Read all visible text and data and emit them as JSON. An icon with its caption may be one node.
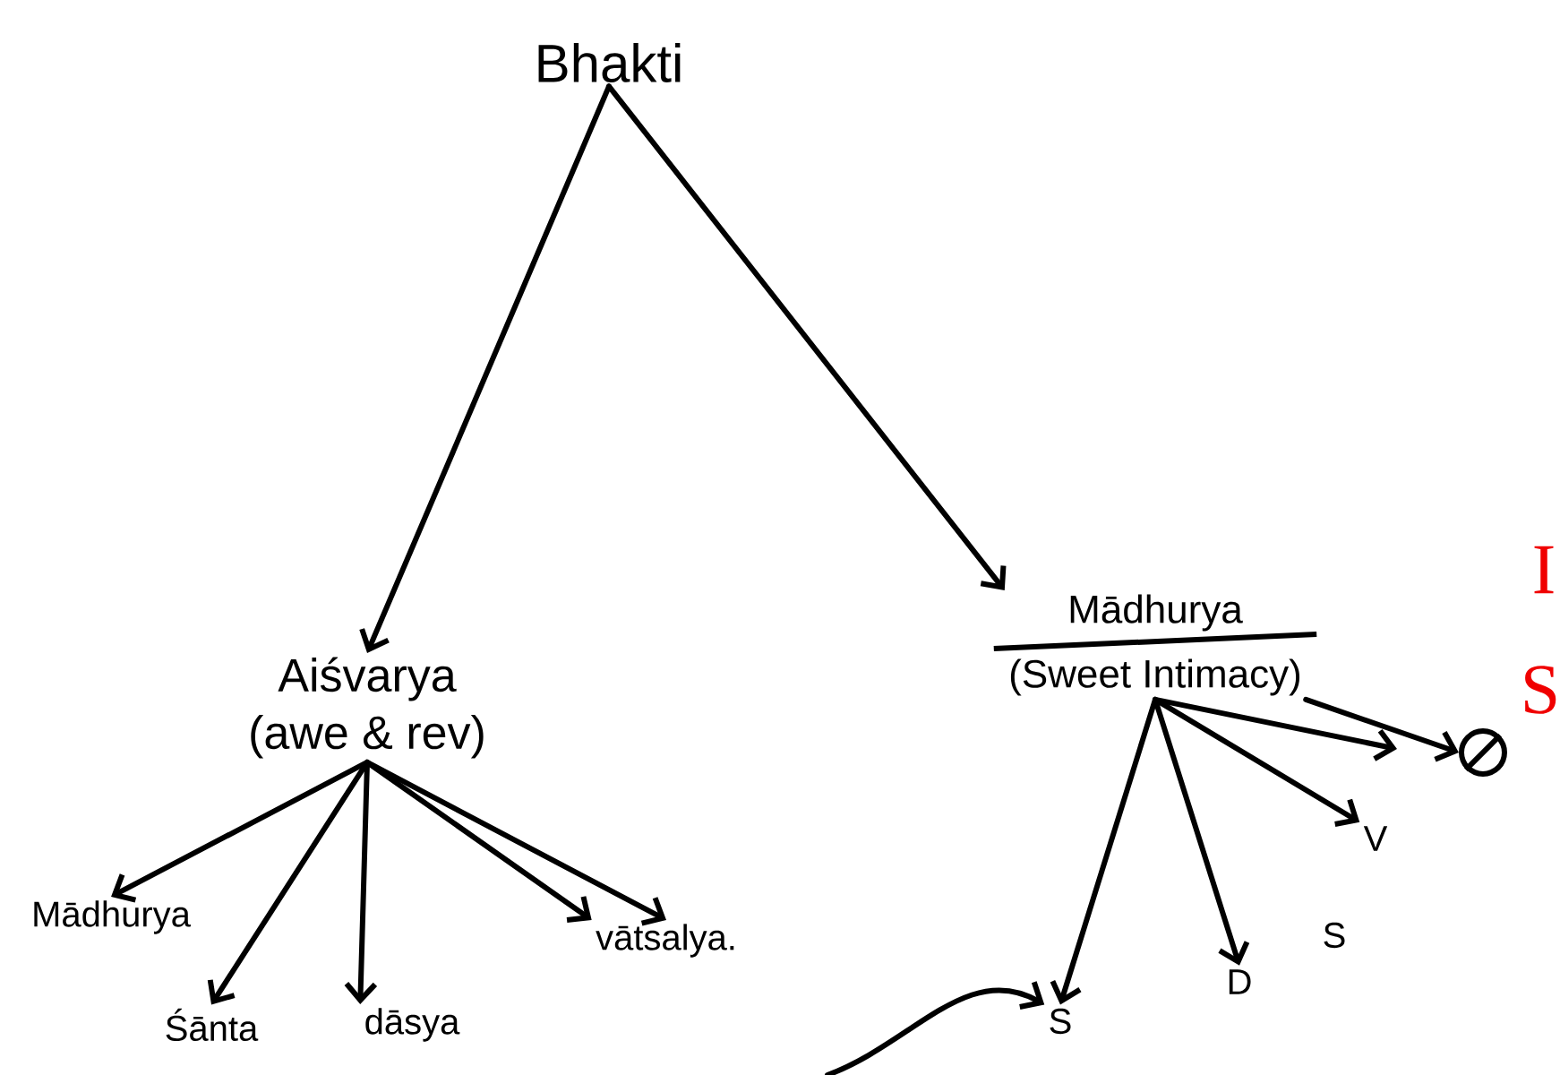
{
  "diagram": {
    "nodes": [
      {
        "text": [
          "Bhakti"
        ]
      },
      {
        "text": [
          "Aiśvarya",
          "(awe & rev)"
        ]
      },
      {
        "text": [
          "Mādhurya",
          "(Sweet Intimacy)"
        ]
      },
      {
        "text": [
          "Mādhurya"
        ]
      },
      {
        "text": [
          "Śānta"
        ]
      },
      {
        "text": [
          "dāsya"
        ]
      },
      {
        "text": [
          "vātsalya."
        ]
      },
      {
        "text": [
          "S"
        ]
      },
      {
        "text": [
          "D"
        ]
      },
      {
        "text": [
          "S"
        ]
      },
      {
        "text": [
          "V"
        ]
      },
      {
        "text": [],
        "shape": "circle"
      }
    ],
    "edges": [
      {
        "from": 0,
        "to": 1,
        "arrow": "to"
      },
      {
        "from": 0,
        "to": 2,
        "arrow": "to"
      },
      {
        "from": 1,
        "to": 3,
        "arrow": "to"
      },
      {
        "from": 1,
        "to": 4,
        "arrow": "to"
      },
      {
        "from": 1,
        "to": 5,
        "arrow": "to"
      },
      {
        "from": 1,
        "to": 6,
        "arrow": "to"
      },
      {
        "from": 1,
        "to": 6,
        "arrow": "to"
      },
      {
        "from": 2,
        "to": 7,
        "arrow": "to"
      },
      {
        "from": 2,
        "to": 8,
        "arrow": "to"
      },
      {
        "from": 2,
        "to": 10,
        "arrow": "to"
      },
      {
        "from": 2,
        "to": null,
        "arrow": "to"
      },
      {
        "from": 2,
        "to": 11,
        "arrow": "to"
      },
      {
        "from": null,
        "to": 7,
        "arrow": "to"
      }
    ],
    "labels": [
      "I",
      "S"
    ]
  }
}
